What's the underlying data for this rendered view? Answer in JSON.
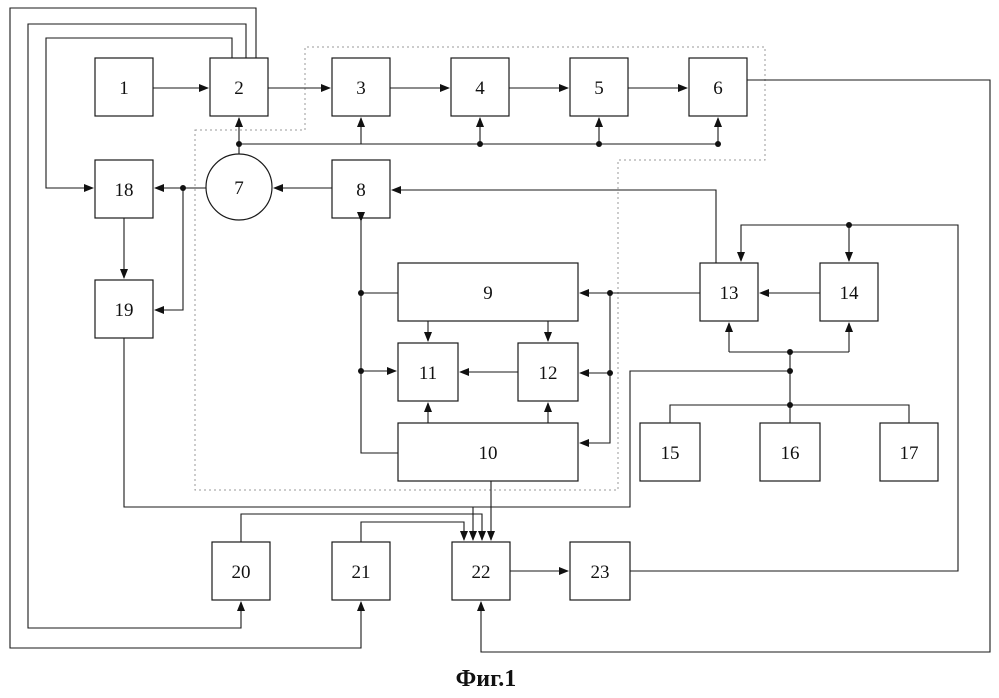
{
  "blocks": {
    "b1": "1",
    "b2": "2",
    "b3": "3",
    "b4": "4",
    "b5": "5",
    "b6": "6",
    "b7": "7",
    "b8": "8",
    "b9": "9",
    "b10": "10",
    "b11": "11",
    "b12": "12",
    "b13": "13",
    "b14": "14",
    "b15": "15",
    "b16": "16",
    "b17": "17",
    "b18": "18",
    "b19": "19",
    "b20": "20",
    "b21": "21",
    "b22": "22",
    "b23": "23"
  },
  "caption": "Фиг.1"
}
